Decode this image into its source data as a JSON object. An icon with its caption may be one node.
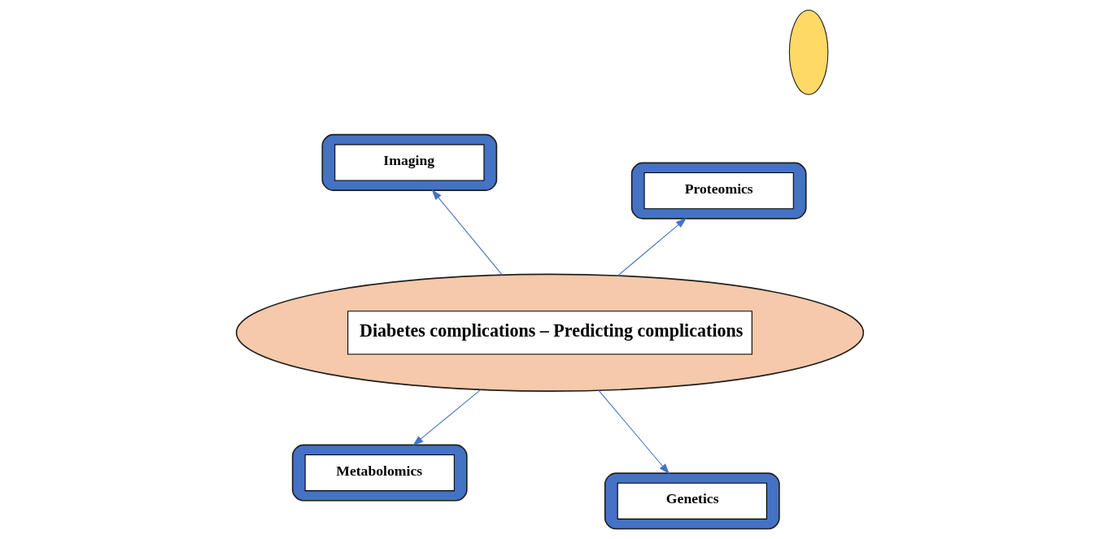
{
  "diagram": {
    "nodes": [
      {
        "text": [
          "Metabolomics"
        ]
      },
      {
        "text": [
          "Genetics"
        ]
      },
      {
        "text": [
          "Diabetes complications – Predicting complications"
        ]
      },
      {
        "text": [],
        "shape": "arc"
      },
      {
        "text": [
          "Imaging"
        ]
      },
      {
        "text": [
          "Proteomics"
        ]
      }
    ],
    "edges": [
      {
        "from": 2,
        "to": 0,
        "arrow": "to"
      },
      {
        "from": 2,
        "to": 1,
        "arrow": "to"
      },
      {
        "from": 2,
        "to": 4,
        "arrow": "to"
      },
      {
        "from": 2,
        "to": 5,
        "arrow": "to"
      }
    ]
  }
}
